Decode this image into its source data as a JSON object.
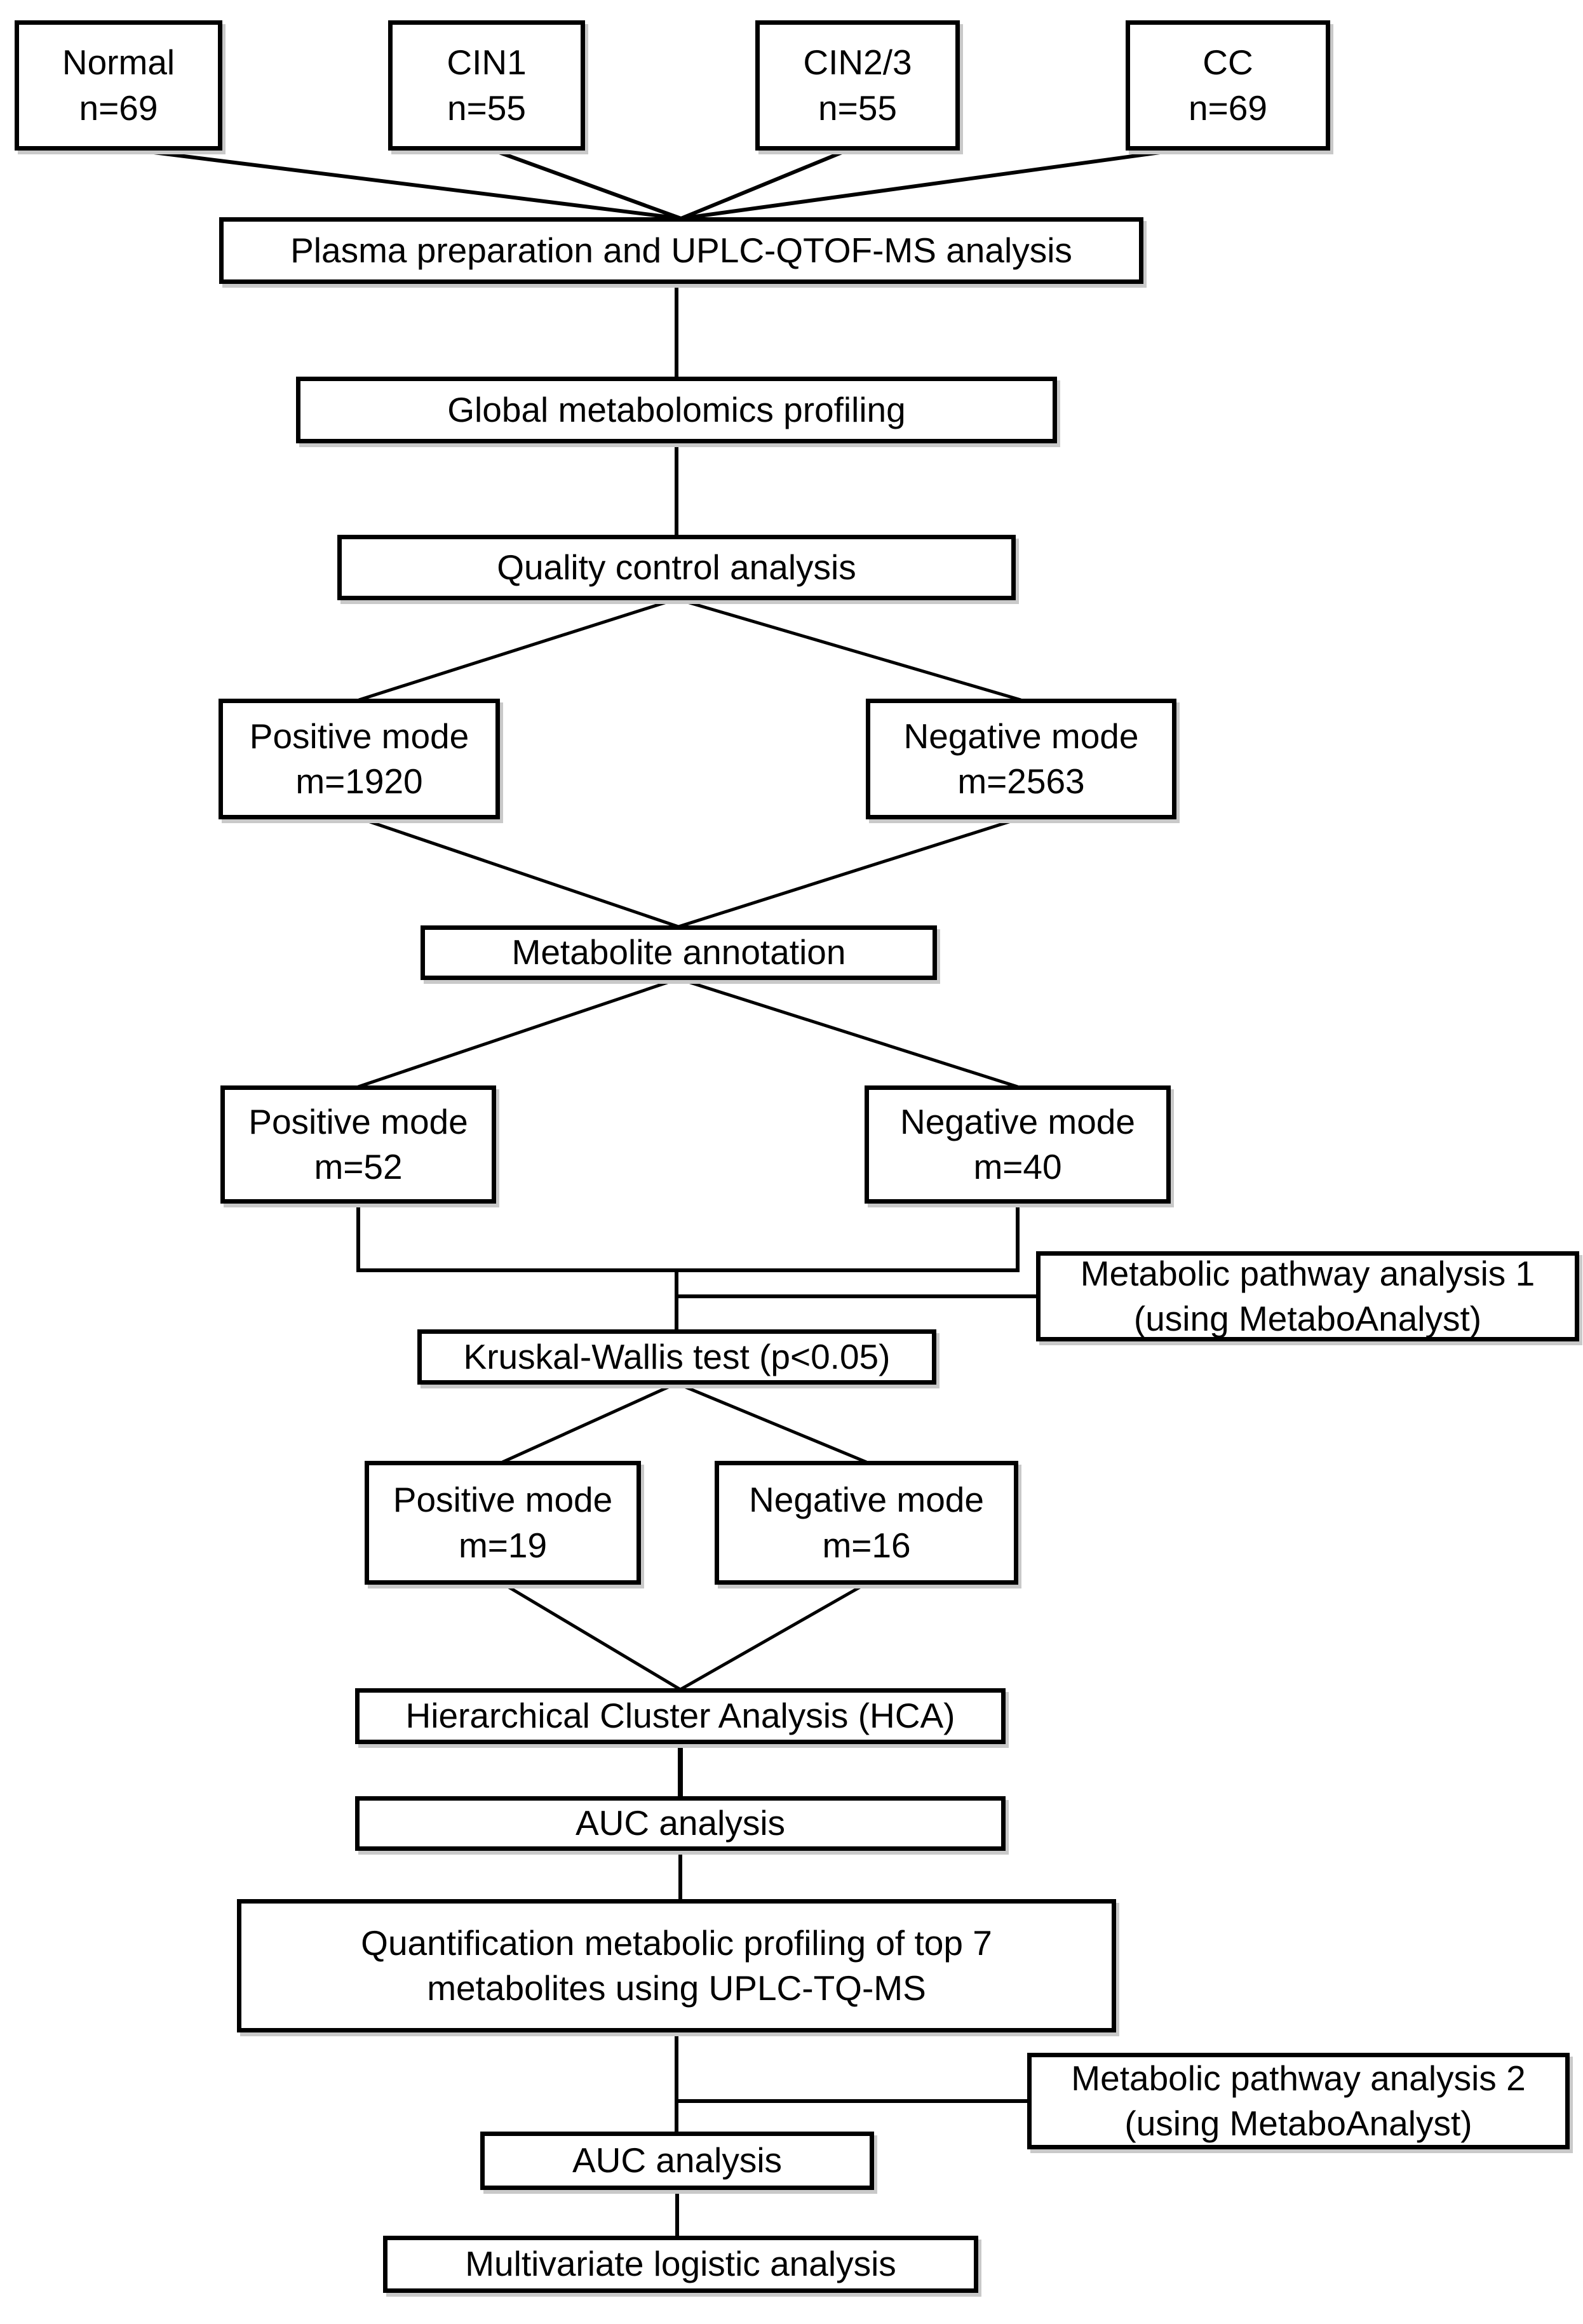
{
  "diagram": {
    "kind": "flowchart",
    "colors": {
      "background": "#ffffff",
      "box_border": "#000000",
      "line": "#000000",
      "text": "#000000",
      "shadow": "#c9c9c9"
    },
    "nodes": {
      "normal": {
        "line1": "Normal",
        "line2": "n=69"
      },
      "cin1": {
        "line1": "CIN1",
        "line2": "n=55"
      },
      "cin23": {
        "line1": "CIN2/3",
        "line2": "n=55"
      },
      "cc": {
        "line1": "CC",
        "line2": "n=69"
      },
      "plasma": {
        "label": "Plasma preparation and UPLC-QTOF-MS analysis"
      },
      "global": {
        "label": "Global metabolomics profiling"
      },
      "qc": {
        "label": "Quality control analysis"
      },
      "pos_qtof": {
        "line1": "Positive mode",
        "line2": "m=1920"
      },
      "neg_qtof": {
        "line1": "Negative mode",
        "line2": "m=2563"
      },
      "annotation": {
        "label": "Metabolite annotation"
      },
      "pos_annot": {
        "line1": "Positive mode",
        "line2": "m=52"
      },
      "neg_annot": {
        "line1": "Negative mode",
        "line2": "m=40"
      },
      "pathway1": {
        "line1": "Metabolic pathway analysis 1",
        "line2": "(using MetaboAnalyst)"
      },
      "kruskal": {
        "label": "Kruskal-Wallis test (p<0.05)"
      },
      "pos_kw": {
        "line1": "Positive mode",
        "line2": "m=19"
      },
      "neg_kw": {
        "line1": "Negative mode",
        "line2": "m=16"
      },
      "hca": {
        "label": "Hierarchical Cluster Analysis (HCA)"
      },
      "auc1": {
        "label": "AUC analysis"
      },
      "quant": {
        "line1": "Quantification metabolic profiling of top 7",
        "line2": "metabolites using UPLC-TQ-MS"
      },
      "pathway2": {
        "line1": "Metabolic pathway analysis 2",
        "line2": "(using MetaboAnalyst)"
      },
      "auc2": {
        "label": "AUC analysis"
      },
      "multivariate": {
        "label": "Multivariate logistic analysis"
      }
    },
    "edges": [
      {
        "from": "normal",
        "to": "plasma"
      },
      {
        "from": "cin1",
        "to": "plasma"
      },
      {
        "from": "cin23",
        "to": "plasma"
      },
      {
        "from": "cc",
        "to": "plasma"
      },
      {
        "from": "plasma",
        "to": "global"
      },
      {
        "from": "global",
        "to": "qc"
      },
      {
        "from": "qc",
        "to": "pos_qtof"
      },
      {
        "from": "qc",
        "to": "neg_qtof"
      },
      {
        "from": "pos_qtof",
        "to": "annotation"
      },
      {
        "from": "neg_qtof",
        "to": "annotation"
      },
      {
        "from": "annotation",
        "to": "pos_annot"
      },
      {
        "from": "annotation",
        "to": "neg_annot"
      },
      {
        "from": "pos_annot",
        "to": "kruskal"
      },
      {
        "from": "neg_annot",
        "to": "kruskal"
      },
      {
        "from": "pos_annot",
        "to": "pathway1"
      },
      {
        "from": "neg_annot",
        "to": "pathway1"
      },
      {
        "from": "kruskal",
        "to": "pos_kw"
      },
      {
        "from": "kruskal",
        "to": "neg_kw"
      },
      {
        "from": "pos_kw",
        "to": "hca"
      },
      {
        "from": "neg_kw",
        "to": "hca"
      },
      {
        "from": "hca",
        "to": "auc1"
      },
      {
        "from": "auc1",
        "to": "quant"
      },
      {
        "from": "quant",
        "to": "auc2"
      },
      {
        "from": "quant",
        "to": "pathway2"
      },
      {
        "from": "auc2",
        "to": "multivariate"
      }
    ]
  }
}
